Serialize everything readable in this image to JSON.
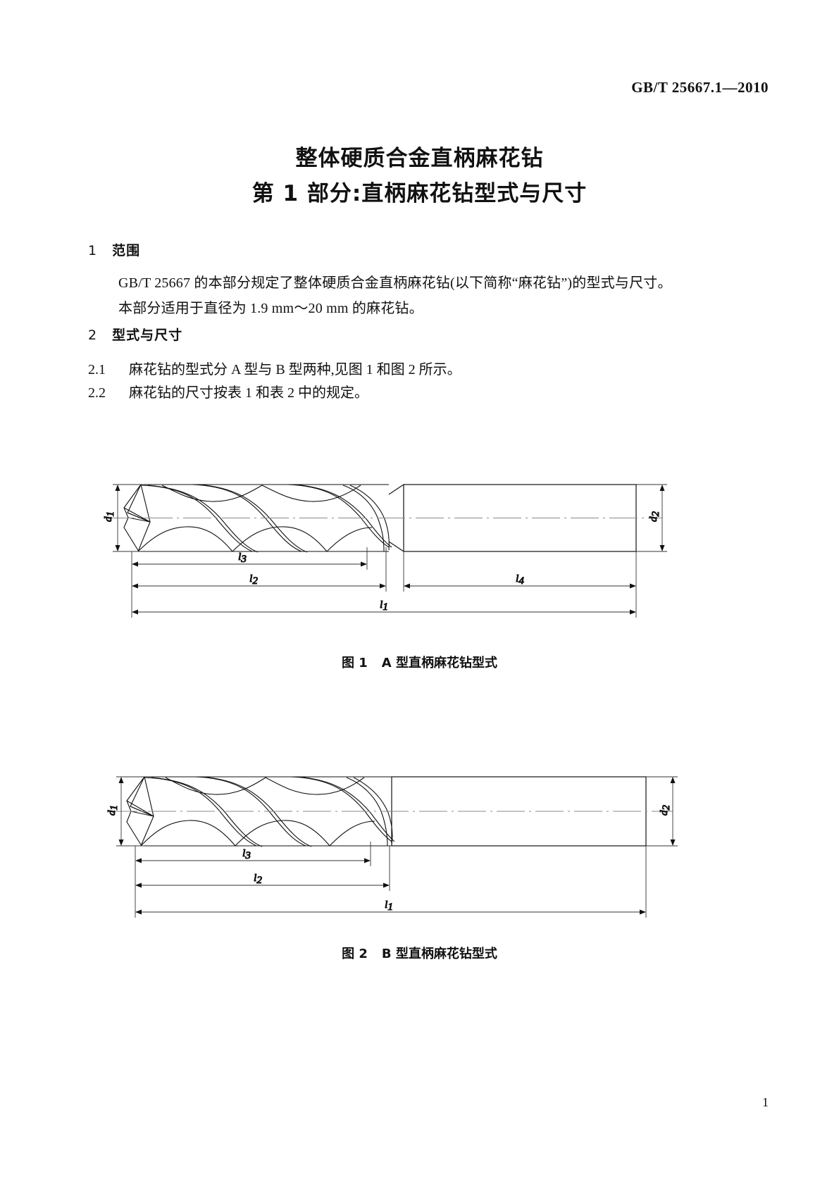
{
  "header": {
    "standard_number": "GB/T 25667.1—2010"
  },
  "title": {
    "line1": "整体硬质合金直柄麻花钻",
    "line2": "第 1 部分:直柄麻花钻型式与尺寸"
  },
  "sections": {
    "s1": {
      "number": "1",
      "heading": "范围",
      "paragraph_line1": "GB/T 25667 的本部分规定了整体硬质合金直柄麻花钻(以下简称“麻花钻”)的型式与尺寸。",
      "paragraph_line2": "本部分适用于直径为 1.9 mm～20 mm 的麻花钻。"
    },
    "s2": {
      "number": "2",
      "heading": "型式与尺寸",
      "clause_2_1_number": "2.1",
      "clause_2_1_text": "麻花钻的型式分 A 型与 B 型两种,见图 1 和图 2 所示。",
      "clause_2_2_number": "2.2",
      "clause_2_2_text": "麻花钻的尺寸按表 1 和表 2 中的规定。"
    }
  },
  "figure1": {
    "caption_label": "图 1",
    "caption_text": "A 型直柄麻花钻型式",
    "dimensions": {
      "d1": "d₁",
      "d2": "d₂",
      "l1": "l₁",
      "l2": "l₂",
      "l3": "l₃",
      "l4": "l₄"
    }
  },
  "figure2": {
    "caption_label": "图 2",
    "caption_text": "B 型直柄麻花钻型式",
    "dimensions": {
      "d1": "d₁",
      "d2": "d₂",
      "l1": "l₁",
      "l2": "l₂",
      "l3": "l₃"
    }
  },
  "footer": {
    "page_number": "1"
  },
  "colors": {
    "ink": "#111111",
    "thin_line": "#333333",
    "center_line": "#888888",
    "paper": "#ffffff"
  }
}
